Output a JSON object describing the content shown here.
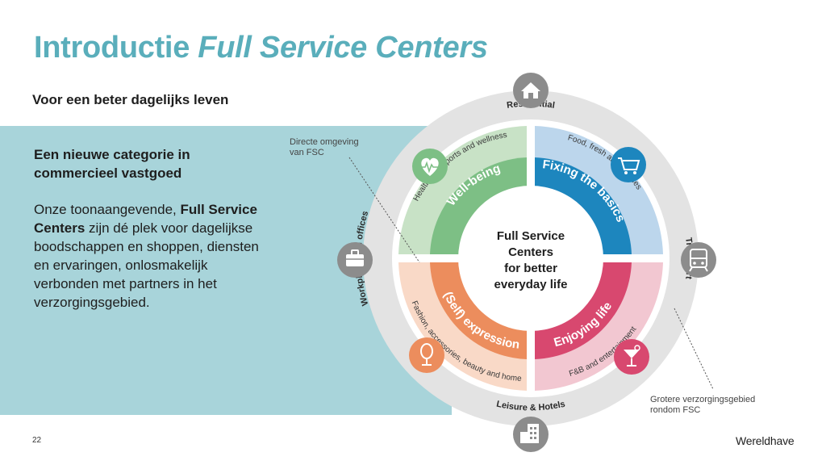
{
  "slide": {
    "title_plain": "Introductie",
    "title_italic": "Full Service Centers",
    "subtitle": "Voor een beter dagelijks leven",
    "heading": "Een nieuwe categorie in commercieel vastgoed",
    "body": {
      "part1": "Onze toonaangevende, ",
      "bold": "Full Service Centers",
      "part2": " zijn dé plek voor dagelijkse boodschappen en shoppen, diensten en ervaringen, onlosmakelijk verbonden met partners in het verzorgingsgebied."
    },
    "page_number": "22",
    "logo": "Wereldhave"
  },
  "diagram": {
    "center_lines": [
      "Full Service",
      "Centers",
      "for better",
      "everyday life"
    ],
    "quadrants": {
      "top_left": {
        "label": "Well-being",
        "sublabel": "Healthcare, sports and wellness",
        "icon": "heart-pulse-icon",
        "color": "#7dbf85",
        "light": "#c8e2c6"
      },
      "top_right": {
        "label": "Fixing the basics",
        "sublabel": "Food, fresh and services",
        "icon": "shopping-cart-icon",
        "color": "#1d86be",
        "light": "#bcd6ec"
      },
      "bottom_left": {
        "label": "(Self) expression",
        "sublabel": "Fashion, accessories, beauty and home",
        "icon": "mirror-icon",
        "color": "#ec8d5d",
        "light": "#f9d9c7"
      },
      "bottom_right": {
        "label": "Enjoying life",
        "sublabel": "F&B and entertainment",
        "icon": "cocktail-icon",
        "color": "#d8486f",
        "light": "#f2c7d1"
      }
    },
    "outer_labels": {
      "top": "Residential",
      "right": "Transport",
      "bottom": "Leisure & Hotels",
      "left": "Workplace and offices"
    },
    "outer_icons": {
      "top": "house-icon",
      "right": "train-icon",
      "bottom": "buildings-icon",
      "left": "briefcase-icon"
    },
    "annotations": {
      "inner": "Directe omgeving\nvan FSC",
      "outer": "Grotere verzorgingsgebied\nrondom FSC"
    },
    "ring_color": "#e3e3e3",
    "icon_circle_color": "#8c8c8c"
  }
}
